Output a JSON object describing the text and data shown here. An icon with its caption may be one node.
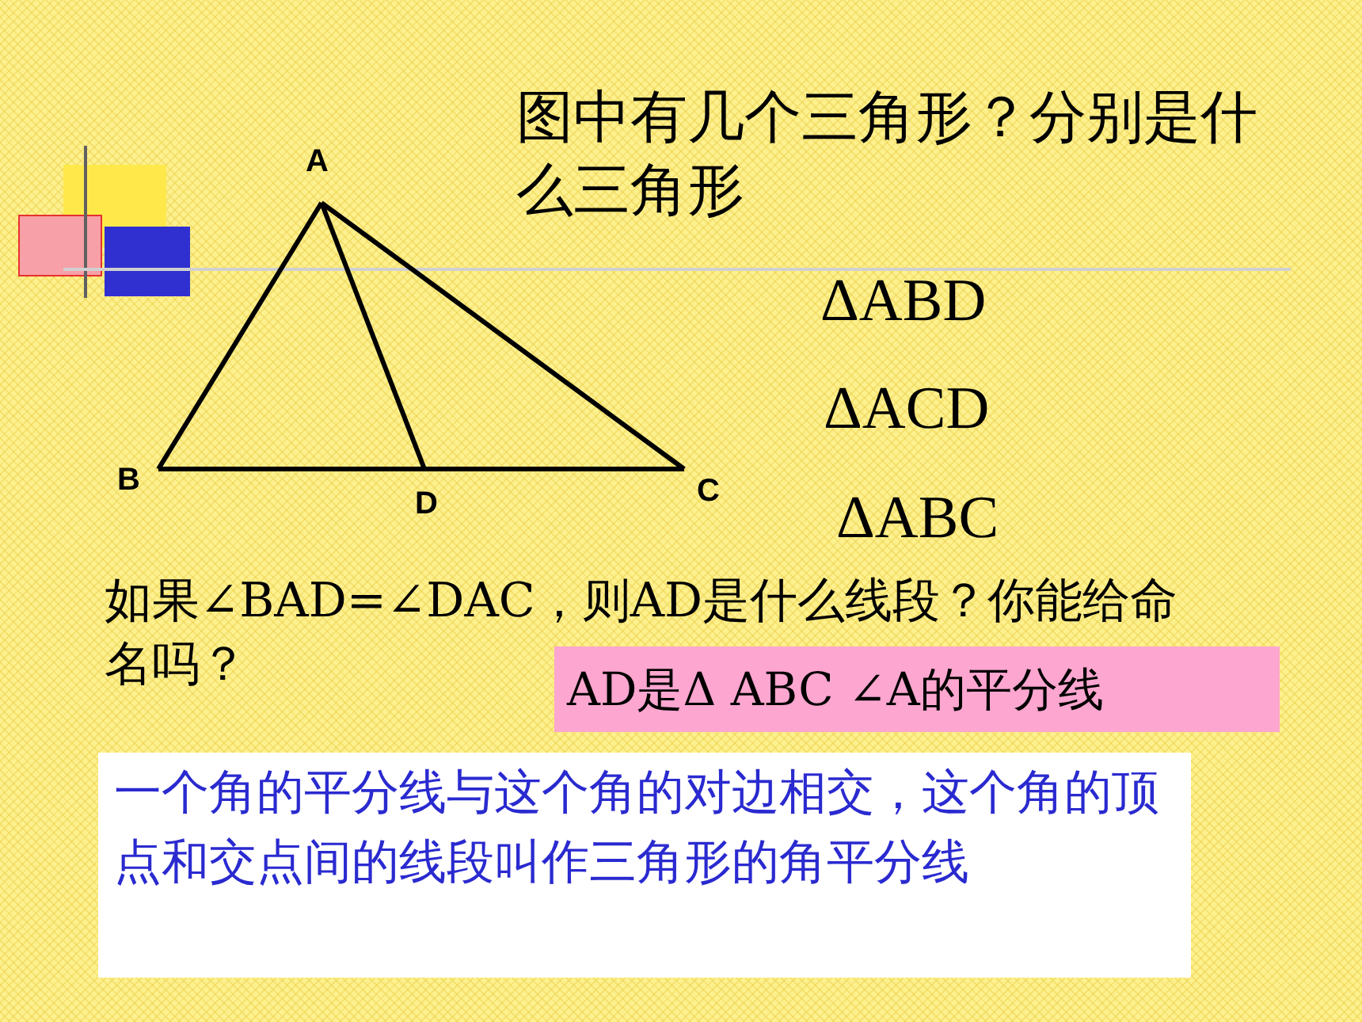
{
  "diagram": {
    "nodes": [
      {
        "text": [
          "A"
        ]
      },
      {
        "text": [
          "B"
        ]
      },
      {
        "text": [
          "D"
        ]
      },
      {
        "text": [
          "C"
        ]
      },
      {
        "text": [
          "AD是Δ ABC ∠A的平分线"
        ]
      },
      {
        "text": [
          "一个角的平分线与这个角的对边相交，这个角的顶点和交点间的线段叫作三角形的角平分线"
        ]
      }
    ],
    "edges": [
      {
        "from": 0,
        "to": 1,
        "arrow": "none"
      },
      {
        "from": 0,
        "to": 2,
        "arrow": "none"
      },
      {
        "from": 0,
        "to": 3,
        "arrow": "none"
      },
      {
        "from": 1,
        "to": 2,
        "arrow": "none"
      },
      {
        "from": 2,
        "to": 3,
        "arrow": "none"
      }
    ],
    "labels": [
      "图中有几个三角形？分别是什么三角形",
      "ΔABD",
      "ΔACD",
      "ΔABC",
      "如果∠BAD=∠DAC，则AD是什么线段？你能给命名吗？"
    ]
  }
}
